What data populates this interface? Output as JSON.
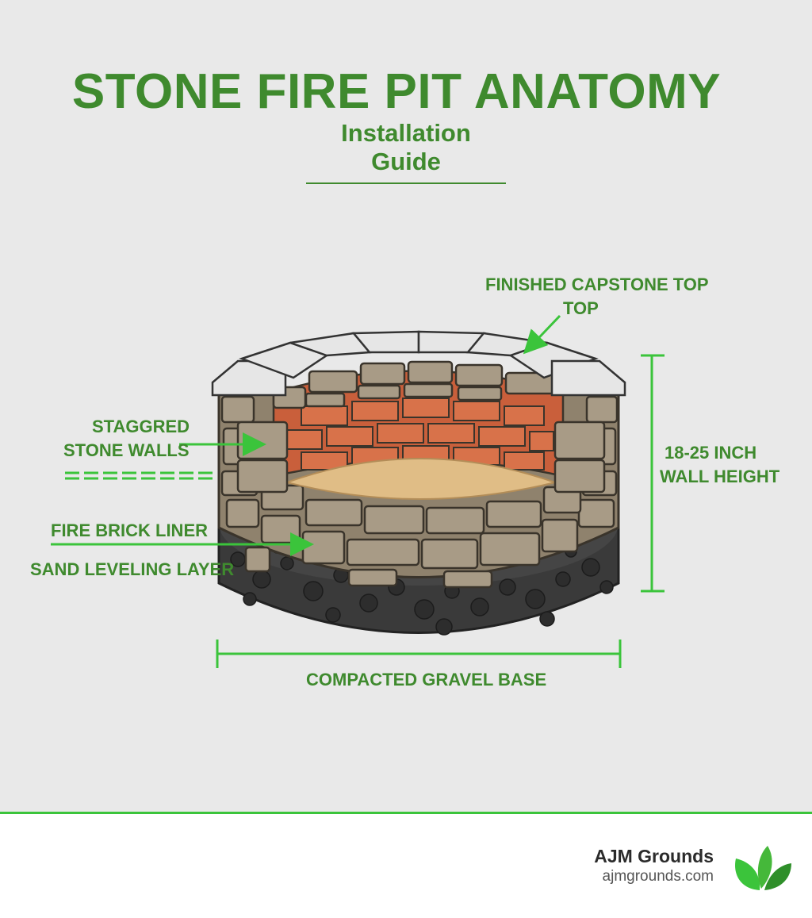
{
  "title": "STONE FIRE PIT ANATOMY",
  "subtitle": "Installation Guide",
  "labels": {
    "capstone_line1": "FINISHED CAPSTONE TOP",
    "capstone_line2": "TOP",
    "walls_line1": "STAGGRED",
    "walls_line2": "STONE WALLS",
    "height_line1": "18-25 INCH",
    "height_line2": "WALL HEIGHT",
    "liner": "FIRE BRICK LINER",
    "sand": "SAND LEVELING LAYER",
    "gravel": "COMPACTED GRAVEL BASE"
  },
  "footer": {
    "brand": "AJM Grounds",
    "url": "ajmgrounds.com"
  },
  "icons": {
    "logo": "leaf-logo-icon"
  },
  "colors": {
    "accent": "#3f8a2e",
    "arrow": "#3bc43b",
    "brick": "#d8724a",
    "stone": "#9a8d78",
    "gravel": "#3c3c3c",
    "sand": "#e0bd86",
    "capstone": "#e6e6e6"
  }
}
